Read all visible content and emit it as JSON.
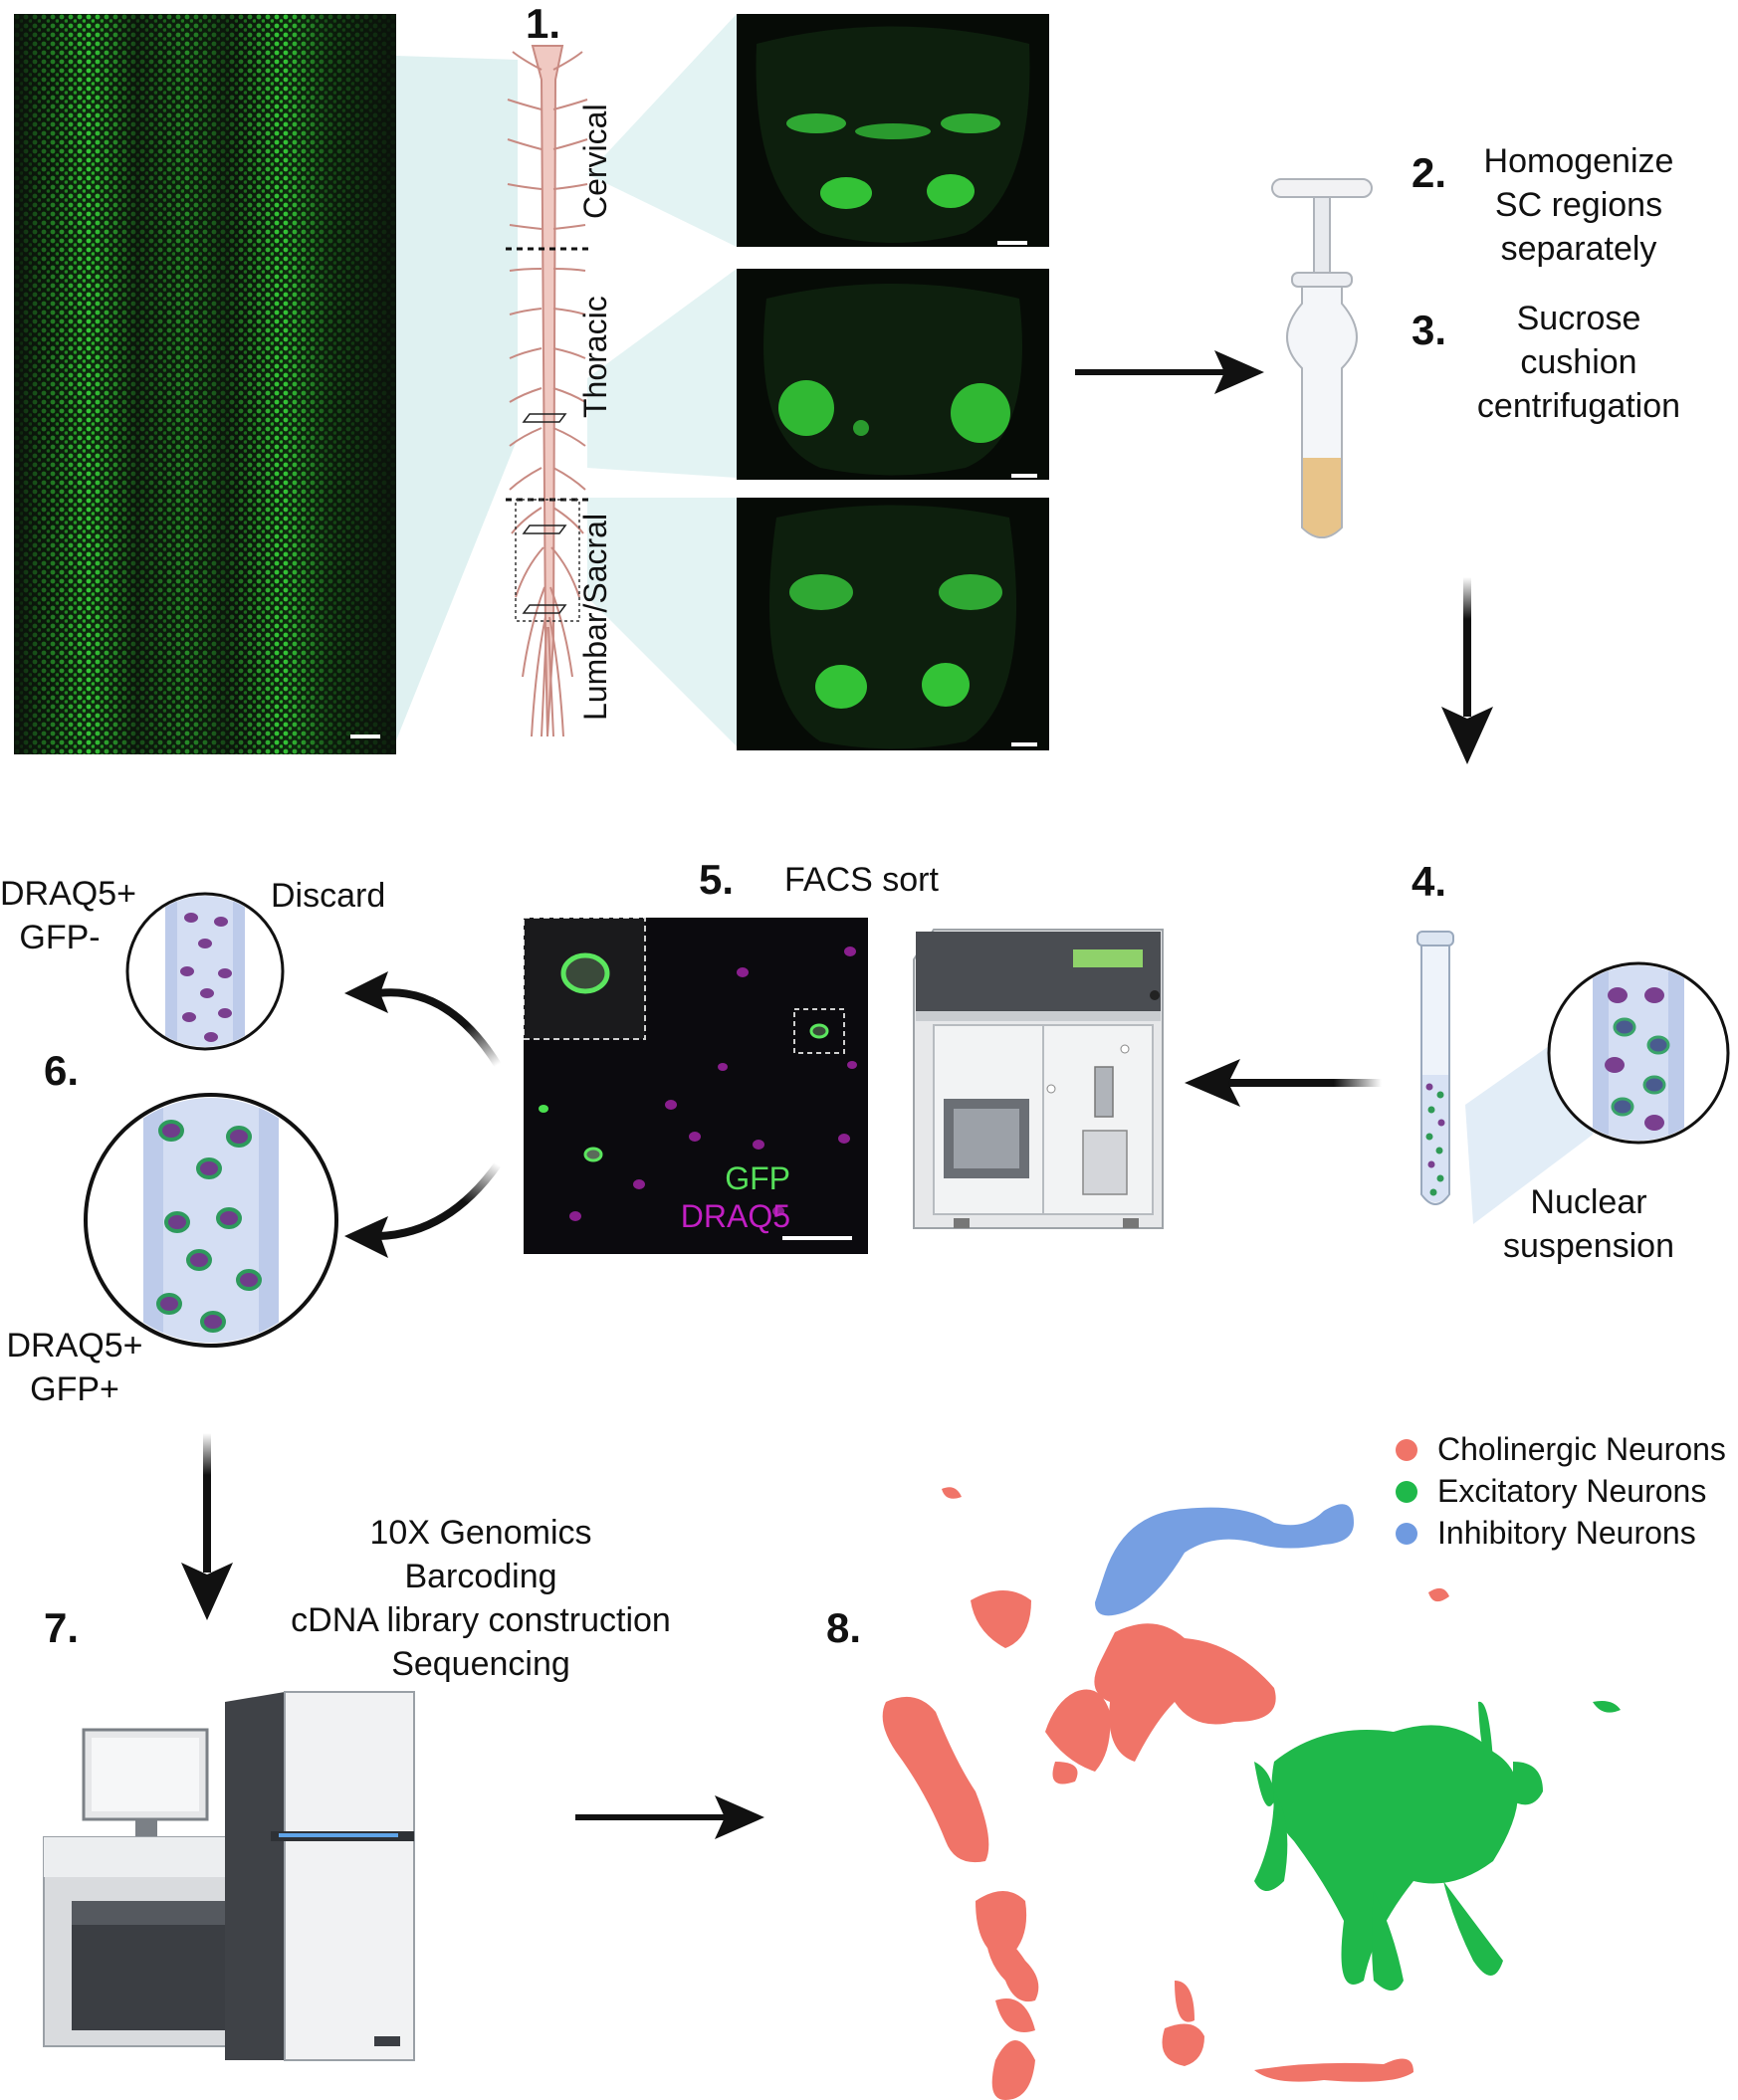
{
  "steps": {
    "s1": "1.",
    "s2": "2.",
    "s3": "3.",
    "s4": "4.",
    "s5": "5.",
    "s6": "6.",
    "s7": "7.",
    "s8": "8."
  },
  "spine_regions": {
    "cervical": "Cervical",
    "thoracic": "Thoracic",
    "lumbar_sacral": "Lumbar/Sacral"
  },
  "step2_text": [
    "Homogenize",
    "SC regions",
    "separately"
  ],
  "step3_text": [
    "Sucrose",
    "cushion",
    "centrifugation"
  ],
  "step4_text": [
    "Nuclear",
    "suspension"
  ],
  "step5_text": "FACS sort",
  "facs_image": {
    "gfp_label": "GFP",
    "draq5_label": "DRAQ5",
    "gfp_color": "#56e05a",
    "draq5_color": "#c21fc4"
  },
  "step6": {
    "discard_label": "Discard",
    "negative_label": [
      "DRAQ5+",
      "GFP-"
    ],
    "positive_label": [
      "DRAQ5+",
      "GFP+"
    ]
  },
  "step7_text": [
    "10X Genomics",
    "Barcoding",
    "cDNA library construction",
    "Sequencing"
  ],
  "umap_legend": [
    {
      "label": "Cholinergic Neurons",
      "color": "#f07468"
    },
    {
      "label": "Excitatory Neurons",
      "color": "#1fb84a"
    },
    {
      "label": "Inhibitory Neurons",
      "color": "#6f9ae0"
    }
  ]
}
